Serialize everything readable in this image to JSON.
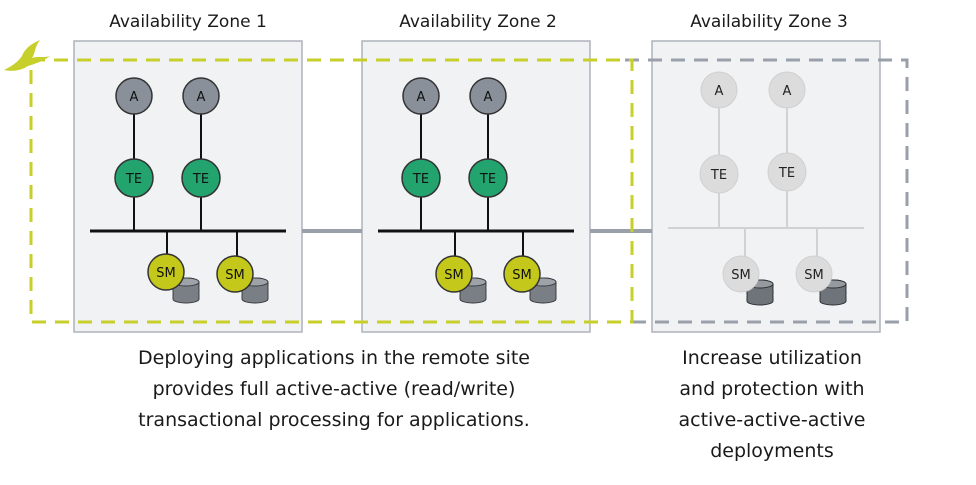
{
  "zones": [
    {
      "title": "Availability Zone 1"
    },
    {
      "title": "Availability Zone 2"
    },
    {
      "title": "Availability Zone 3"
    }
  ],
  "node_labels": {
    "archive": "A",
    "transaction_engine": "TE",
    "storage_manager": "SM"
  },
  "captions": {
    "left": "Deploying applications in the remote site provides full active-active (read/write) transactional processing for applications.",
    "right": "Increase utilization and protection with active-active-active deployments"
  },
  "colors": {
    "green_node": "#23a36e",
    "yellow_node": "#c3c81a",
    "gray_node": "#8a9099",
    "light_node": "#dcdcdc",
    "dashed_yellow": "#c7cf2a",
    "dashed_gray": "#9aa0aa",
    "zone_fill": "#f1f2f4",
    "zone_border": "#aeb3bb"
  },
  "icons": {
    "logo": "bird-logo-icon",
    "storage": "database-stack-icon"
  }
}
